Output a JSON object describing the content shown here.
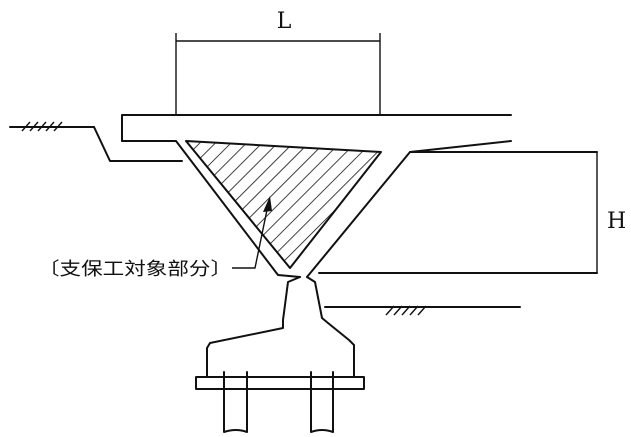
{
  "labels": {
    "span": "L",
    "height": "H",
    "caption": "〔支保工対象部分〕"
  }
}
